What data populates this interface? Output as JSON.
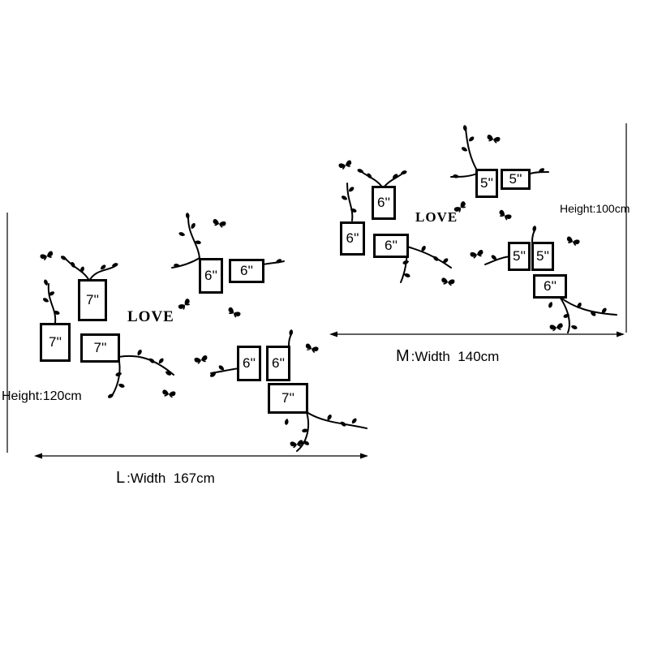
{
  "set_l": {
    "love": "LOVE",
    "frames": [
      {
        "label": "7''"
      },
      {
        "label": "7''"
      },
      {
        "label": "7''"
      },
      {
        "label": "6''"
      },
      {
        "label": "6''"
      },
      {
        "label": "6''"
      },
      {
        "label": "6''"
      },
      {
        "label": "7''"
      }
    ],
    "height_label": "Height:120cm",
    "width_letter": "L",
    "width_label": ":Width  167cm"
  },
  "set_m": {
    "love": "LOVE",
    "frames": [
      {
        "label": "6''"
      },
      {
        "label": "6''"
      },
      {
        "label": "6''"
      },
      {
        "label": "5''"
      },
      {
        "label": "5''"
      },
      {
        "label": "5''"
      },
      {
        "label": "5''"
      },
      {
        "label": "6''"
      }
    ],
    "height_label": "Height:100cm",
    "width_letter": "M",
    "width_label": ":Width  140cm"
  },
  "colors": {
    "ink": "#000000",
    "background": "#ffffff"
  }
}
